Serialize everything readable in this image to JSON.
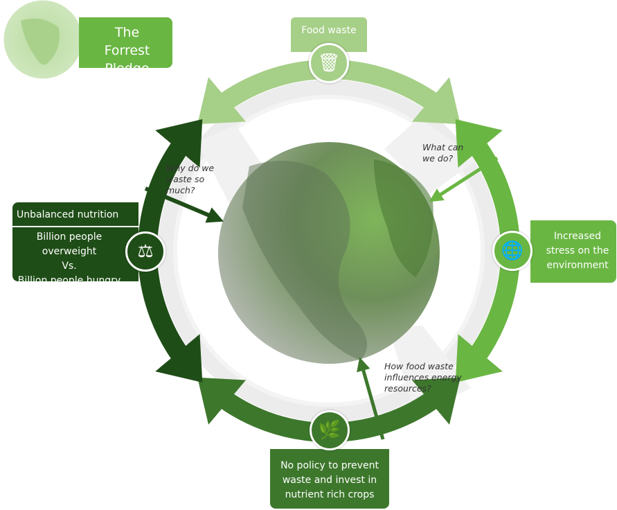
{
  "brand": {
    "title": "The Forrest Pledge"
  },
  "colors": {
    "light": "#a6cf88",
    "medium": "#6ab643",
    "dark": "#3d772c",
    "darkest": "#1f4d17"
  },
  "stages": {
    "top": {
      "label": "Food waste",
      "icon": "trash-can-person-icon"
    },
    "right": {
      "label": "Increased stress on the environment",
      "icon": "globe-plug-icon"
    },
    "bottom": {
      "label": "No policy to prevent waste and invest in nutrient rich crops",
      "icon": "no-plant-icon"
    },
    "left": {
      "title": "Unbalanced nutrition",
      "line1": "Billion people overweight",
      "line2": "Vs.",
      "line3": "Billion people hungry",
      "icon": "scales-icon"
    }
  },
  "questions": {
    "left": "Why do we waste so much?",
    "right": "What can we do?",
    "bottom": "How food waste influences energy resources?"
  }
}
